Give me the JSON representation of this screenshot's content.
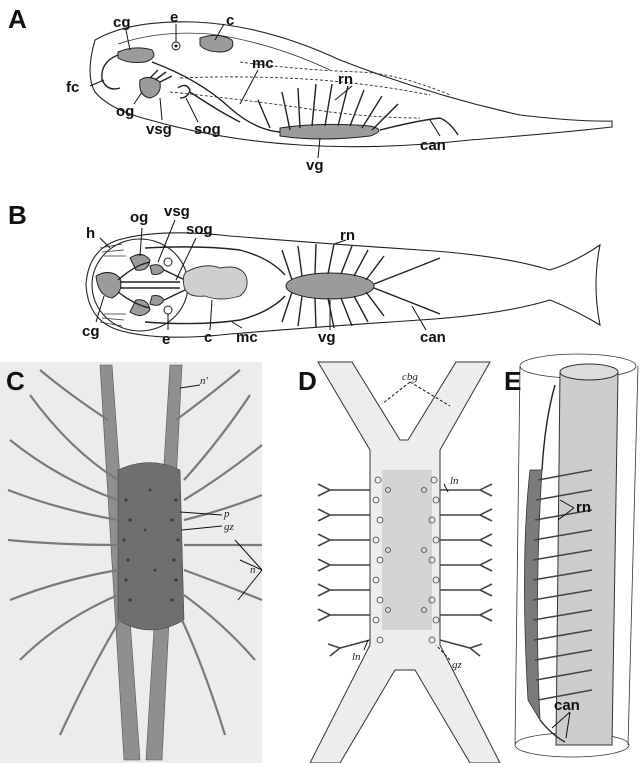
{
  "panels": {
    "A": {
      "letter": "A",
      "labels": {
        "cg": "cg",
        "e": "e",
        "c": "c",
        "mc": "mc",
        "rn": "rn",
        "fc": "fc",
        "og": "og",
        "vsg": "vsg",
        "sog": "sog",
        "vg": "vg",
        "can": "can"
      }
    },
    "B": {
      "letter": "B",
      "labels": {
        "h": "h",
        "og": "og",
        "vsg": "vsg",
        "sog": "sog",
        "rn": "rn",
        "cg": "cg",
        "e": "e",
        "c": "c",
        "mc": "mc",
        "vg": "vg",
        "can": "can"
      }
    },
    "C": {
      "letter": "C",
      "labels": {
        "n_prime": "n'",
        "p": "p",
        "gz": "gz",
        "n": "n"
      }
    },
    "D": {
      "letter": "D",
      "labels": {
        "cbg": "cbg",
        "ln_top": "ln",
        "ln_bottom": "ln",
        "gz": "gz"
      }
    },
    "E": {
      "letter": "E",
      "labels": {
        "rn": "rn",
        "can": "can"
      }
    }
  },
  "colors": {
    "ganglion_fill": "#9b9b9b",
    "light_fill": "#cfcfcf",
    "sketch_bg": "#e9e9e9",
    "ink": "#222222"
  }
}
